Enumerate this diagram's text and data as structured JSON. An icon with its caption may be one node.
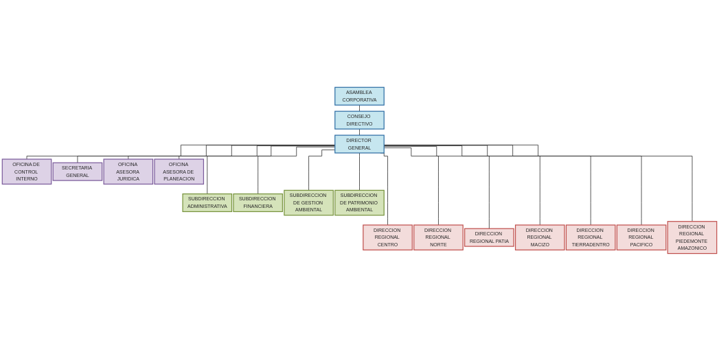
{
  "diagram": {
    "nodes": [
      {
        "text": [
          "ASAMBLEA CORPORATIVA"
        ]
      },
      {
        "text": [
          "CONSEJO DIRECTIVO"
        ]
      },
      {
        "text": [
          "DIRECTOR GENERAL"
        ]
      },
      {
        "text": [
          "OFICINA DE CONTROL INTERNO"
        ]
      },
      {
        "text": [
          "SECRETARIA GENERAL"
        ]
      },
      {
        "text": [
          "OFICINA ASESORA JURIDICA"
        ]
      },
      {
        "text": [
          "OFICINA ASESORA DE PLANEACION"
        ]
      },
      {
        "text": [
          "SUBDIRECCION ADMINISTRATIVA"
        ]
      },
      {
        "text": [
          "SUBDIRECCION FINANCIERA"
        ]
      },
      {
        "text": [
          "SUBDIRECCION DE GESTION AMBIENTAL"
        ]
      },
      {
        "text": [
          "SUBDIRECCION DE PATRIMONIO AMBIENTAL"
        ]
      },
      {
        "text": [
          "DIRECCION REGIONAL CENTRO"
        ]
      },
      {
        "text": [
          "DIRECCION REGIONAL NORTE"
        ]
      },
      {
        "text": [
          "DIRECCION REGIONAL PATIA"
        ]
      },
      {
        "text": [
          "DIRECCION REGIONAL MACIZO"
        ]
      },
      {
        "text": [
          "DIRECCION REGIONAL TIERRADENTRO"
        ]
      },
      {
        "text": [
          "DIRECCION REGIONAL PACIFICO"
        ]
      },
      {
        "text": [
          "DIRECCION REGIONAL PIEDEMONTE AMAZONICO"
        ]
      }
    ],
    "edges": [
      {
        "from": 0,
        "to": 1,
        "arrow": "none"
      },
      {
        "from": 1,
        "to": 2,
        "arrow": "none"
      },
      {
        "from": 2,
        "to": 3,
        "arrow": "none"
      },
      {
        "from": 2,
        "to": 4,
        "arrow": "none"
      },
      {
        "from": 2,
        "to": 5,
        "arrow": "none"
      },
      {
        "from": 2,
        "to": 6,
        "arrow": "none"
      },
      {
        "from": 2,
        "to": 7,
        "arrow": "none"
      },
      {
        "from": 2,
        "to": 8,
        "arrow": "none"
      },
      {
        "from": 2,
        "to": 9,
        "arrow": "none"
      },
      {
        "from": 2,
        "to": 10,
        "arrow": "none"
      },
      {
        "from": 2,
        "to": 11,
        "arrow": "none"
      },
      {
        "from": 2,
        "to": 12,
        "arrow": "none"
      },
      {
        "from": 2,
        "to": 13,
        "arrow": "none"
      },
      {
        "from": 2,
        "to": 14,
        "arrow": "none"
      },
      {
        "from": 2,
        "to": 15,
        "arrow": "none"
      },
      {
        "from": 2,
        "to": 16,
        "arrow": "none"
      },
      {
        "from": 2,
        "to": 17,
        "arrow": "none"
      }
    ]
  }
}
